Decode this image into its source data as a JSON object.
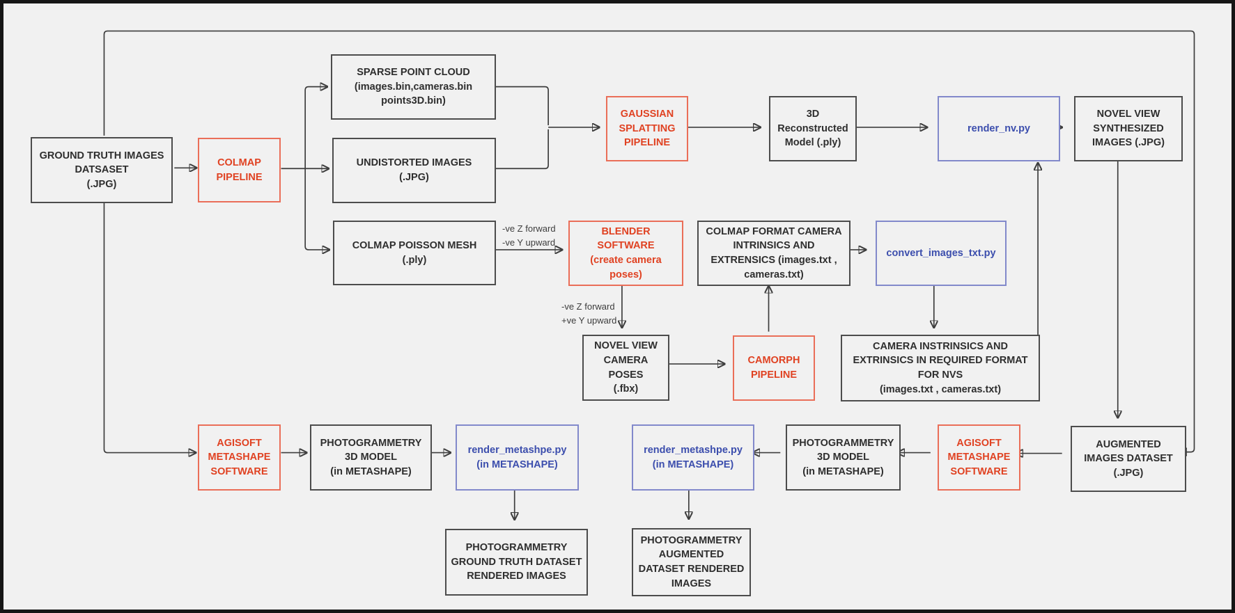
{
  "diagram": {
    "type": "flowchart",
    "description": "Gaussian splatting / photogrammetry novel-view-synthesis dataset pipeline",
    "colors": {
      "background": "#f1f1f1",
      "frame": "#161616",
      "edge": "#3d3d3d",
      "node_dark_border": "#4c4c4c",
      "node_dark_text": "#2e2e2e",
      "node_red_border": "#ea6e58",
      "node_red_text": "#e04222",
      "node_blue_border": "#8289cb",
      "node_blue_text": "#3c4ead"
    },
    "nodes": [
      {
        "id": "ground-truth-images-dataset",
        "style": "dark",
        "label": "GROUND TRUTH IMAGES\nDATSASET\n(.JPG)"
      },
      {
        "id": "colmap-pipeline",
        "style": "red",
        "label": "COLMAP\nPIPELINE"
      },
      {
        "id": "sparse-point-cloud",
        "style": "dark",
        "label": "SPARSE POINT CLOUD\n(images.bin,cameras.bin\npoints3D.bin)"
      },
      {
        "id": "undistorted-images",
        "style": "dark",
        "label": "UNDISTORTED IMAGES\n(.JPG)"
      },
      {
        "id": "colmap-poisson-mesh",
        "style": "dark",
        "label": "COLMAP POISSON MESH\n(.ply)"
      },
      {
        "id": "gaussian-splatting-pipeline",
        "style": "red",
        "label": "GAUSSIAN\nSPLATTING\nPIPELINE"
      },
      {
        "id": "3d-reconstructed-model",
        "style": "dark",
        "label": "3D\nReconstructed\nModel (.ply)"
      },
      {
        "id": "render-nv-py",
        "style": "blue",
        "label": "render_nv.py"
      },
      {
        "id": "novel-view-synthesized-images",
        "style": "dark",
        "label": "NOVEL VIEW\nSYNTHESIZED\nIMAGES (.JPG)"
      },
      {
        "id": "blender-software",
        "style": "red",
        "label": "BLENDER SOFTWARE\n(create camera\nposes)"
      },
      {
        "id": "colmap-format-camera-intrinsics",
        "style": "dark",
        "label": "COLMAP FORMAT CAMERA\nINTRINSICS AND\nEXTRENSICS (images.txt ,\ncameras.txt)"
      },
      {
        "id": "convert-images-txt-py",
        "style": "blue",
        "label": "convert_images_txt.py"
      },
      {
        "id": "novel-view-camera-poses",
        "style": "dark",
        "label": "NOVEL VIEW\nCAMERA POSES\n(.fbx)"
      },
      {
        "id": "camorph-pipeline",
        "style": "red",
        "label": "CAMORPH\nPIPELINE"
      },
      {
        "id": "camera-intrinsics-nvs",
        "style": "dark",
        "label": "CAMERA INSTRINSICS AND\nEXTRINSICS IN REQUIRED FORMAT\nFOR NVS\n(images.txt , cameras.txt)"
      },
      {
        "id": "agisoft-metashape-left",
        "style": "red",
        "label": "AGISOFT\nMETASHAPE\nSOFTWARE"
      },
      {
        "id": "photogrammetry-3d-model-left",
        "style": "dark",
        "label": "PHOTOGRAMMETRY\n3D MODEL\n(in METASHAPE)"
      },
      {
        "id": "render-metashpe-left",
        "style": "blue",
        "label": "render_metashpe.py\n(in METASHAPE)"
      },
      {
        "id": "render-metashpe-right",
        "style": "blue",
        "label": "render_metashpe.py\n(in METASHAPE)"
      },
      {
        "id": "photogrammetry-3d-model-right",
        "style": "dark",
        "label": "PHOTOGRAMMETRY\n3D MODEL\n(in METASHAPE)"
      },
      {
        "id": "agisoft-metashape-right",
        "style": "red",
        "label": "AGISOFT\nMETASHAPE\nSOFTWARE"
      },
      {
        "id": "augmented-images-dataset",
        "style": "dark",
        "label": "AUGMENTED\nIMAGES DATASET\n(.JPG)"
      },
      {
        "id": "photogrammetry-ground-truth-rendered",
        "style": "dark",
        "label": "PHOTOGRAMMETRY\nGROUND TRUTH DATASET\nRENDERED IMAGES"
      },
      {
        "id": "photogrammetry-augmented-rendered",
        "style": "dark",
        "label": "PHOTOGRAMMETRY\nAUGMENTED\nDATASET RENDERED\nIMAGES"
      }
    ],
    "edge_labels": [
      {
        "id": "blender-input-orientation",
        "text": "-ve Z forward\n-ve Y upward"
      },
      {
        "id": "blender-output-orientation",
        "text": "-ve Z forward\n+ve Y upward"
      }
    ],
    "edges": [
      {
        "from": "ground-truth-images-dataset",
        "to": "colmap-pipeline"
      },
      {
        "from": "colmap-pipeline",
        "to": "sparse-point-cloud"
      },
      {
        "from": "colmap-pipeline",
        "to": "undistorted-images"
      },
      {
        "from": "colmap-pipeline",
        "to": "colmap-poisson-mesh"
      },
      {
        "from": "sparse-point-cloud",
        "to": "gaussian-splatting-pipeline"
      },
      {
        "from": "undistorted-images",
        "to": "gaussian-splatting-pipeline"
      },
      {
        "from": "gaussian-splatting-pipeline",
        "to": "3d-reconstructed-model"
      },
      {
        "from": "3d-reconstructed-model",
        "to": "render-nv-py"
      },
      {
        "from": "render-nv-py",
        "to": "novel-view-synthesized-images"
      },
      {
        "from": "novel-view-synthesized-images",
        "to": "augmented-images-dataset"
      },
      {
        "from": "ground-truth-images-dataset",
        "to": "augmented-images-dataset"
      },
      {
        "from": "ground-truth-images-dataset",
        "to": "agisoft-metashape-left"
      },
      {
        "from": "colmap-poisson-mesh",
        "to": "blender-software",
        "label": "-ve Z forward\n-ve Y upward"
      },
      {
        "from": "blender-software",
        "to": "novel-view-camera-poses",
        "label": "-ve Z forward\n+ve Y upward"
      },
      {
        "from": "novel-view-camera-poses",
        "to": "camorph-pipeline"
      },
      {
        "from": "camorph-pipeline",
        "to": "colmap-format-camera-intrinsics"
      },
      {
        "from": "colmap-format-camera-intrinsics",
        "to": "convert-images-txt-py"
      },
      {
        "from": "convert-images-txt-py",
        "to": "camera-intrinsics-nvs"
      },
      {
        "from": "camera-intrinsics-nvs",
        "to": "render-nv-py"
      },
      {
        "from": "augmented-images-dataset",
        "to": "agisoft-metashape-right"
      },
      {
        "from": "agisoft-metashape-right",
        "to": "photogrammetry-3d-model-right"
      },
      {
        "from": "photogrammetry-3d-model-right",
        "to": "render-metashpe-right"
      },
      {
        "from": "render-metashpe-right",
        "to": "photogrammetry-augmented-rendered"
      },
      {
        "from": "agisoft-metashape-left",
        "to": "photogrammetry-3d-model-left"
      },
      {
        "from": "photogrammetry-3d-model-left",
        "to": "render-metashpe-left"
      },
      {
        "from": "render-metashpe-left",
        "to": "photogrammetry-ground-truth-rendered"
      }
    ]
  }
}
